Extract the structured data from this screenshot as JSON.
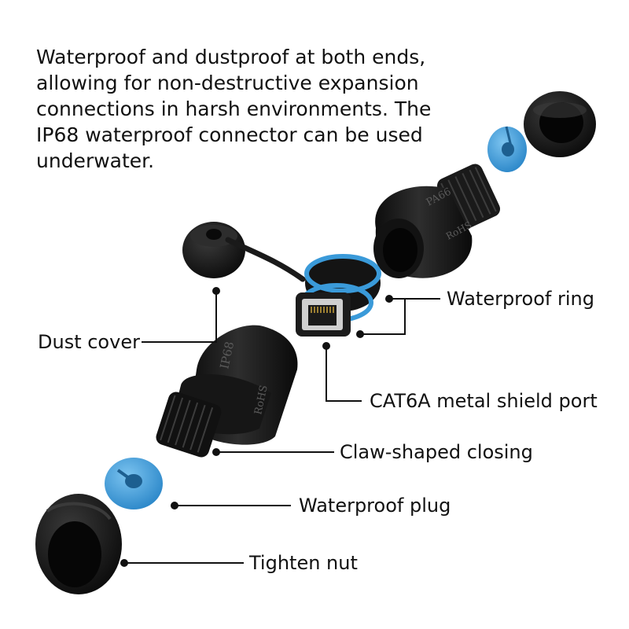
{
  "description": {
    "lines": [
      "Waterproof and dustproof at both ends,",
      "allowing for non-destructive expansion",
      "connections in harsh environments. The",
      "IP68 waterproof connector can be used",
      "underwater."
    ]
  },
  "labels": {
    "waterproof_ring": "Waterproof ring",
    "dust_cover": "Dust cover",
    "cat6a_port": "CAT6A metal shield port",
    "claw_closing": "Claw-shaped closing",
    "waterproof_plug": "Waterproof plug",
    "tighten_nut": "Tighten nut"
  },
  "part_markings": {
    "upper_body_model": "PA66",
    "upper_body_cert": "RoHS",
    "lower_body_rating": "IP68",
    "lower_body_cert": "RoHS"
  },
  "colors": {
    "plastic_black": "#1a1a1a",
    "seal_blue": "#3a9ad9",
    "callout_line": "#111111",
    "text": "#111111"
  }
}
